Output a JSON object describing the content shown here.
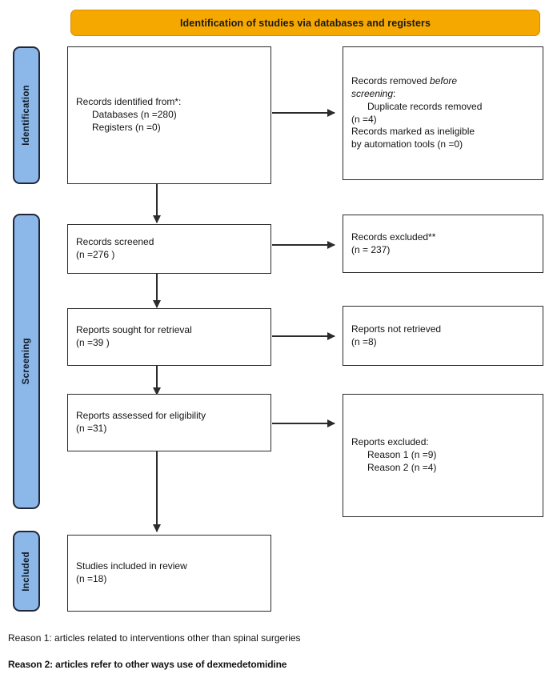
{
  "banner": {
    "title": "Identification of studies via databases and registers"
  },
  "stages": [
    {
      "key": "identification",
      "label": "Identification"
    },
    {
      "key": "screening",
      "label": "Screening"
    },
    {
      "key": "included",
      "label": "Included"
    }
  ],
  "boxes": {
    "records_identified": {
      "line1": "Records identified from*:",
      "line2": "Databases (n =280)",
      "line3": "Registers (n =0)"
    },
    "records_removed": {
      "line1a": "Records removed ",
      "line1b": "before",
      "line2a": "screening",
      "line2b": ":",
      "line3": "Duplicate records removed",
      "line4": "(n =4)",
      "line5": "Records marked as ineligible",
      "line6": "by automation tools (n =0)"
    },
    "records_screened": {
      "line1": "Records screened",
      "line2": "(n =276 )"
    },
    "records_excluded": {
      "line1": "Records excluded**",
      "line2": "(n = 237)"
    },
    "reports_sought": {
      "line1": "Reports sought for retrieval",
      "line2": "(n =39 )"
    },
    "reports_not_retrieved": {
      "line1": "Reports not retrieved",
      "line2": "(n =8)"
    },
    "reports_assessed": {
      "line1": "Reports assessed for eligibility",
      "line2": "(n =31)"
    },
    "reports_excluded": {
      "line1": "Reports excluded:",
      "line2": "Reason 1 (n =9)",
      "line3": "Reason 2 (n =4)"
    },
    "studies_included": {
      "line1": "Studies included in review",
      "line2": "(n =18)"
    }
  },
  "footnotes": [
    "Reason 1: articles related to interventions other than spinal surgeries",
    "Reason 2: articles refer to other ways use of dexmedetomidine"
  ],
  "colors": {
    "banner_fill": "#f5a800",
    "banner_border": "#d88d00",
    "stage_fill": "#8bb8e8",
    "stage_border": "#20273a",
    "box_border": "#2b2b2b",
    "page_background": "#ffffff"
  },
  "chart_data": {
    "type": "diagram",
    "title": "Identification of studies via databases and registers",
    "nodes": [
      {
        "id": "records_identified",
        "stage": "Identification",
        "label": "Records identified from*",
        "databases": 280,
        "registers": 0
      },
      {
        "id": "records_removed",
        "stage": "Identification",
        "label": "Records removed before screening",
        "duplicate_records_removed": 4,
        "marked_ineligible_by_automation": 0
      },
      {
        "id": "records_screened",
        "stage": "Screening",
        "label": "Records screened",
        "n": 276
      },
      {
        "id": "records_excluded",
        "stage": "Screening",
        "label": "Records excluded**",
        "n": 237
      },
      {
        "id": "reports_sought",
        "stage": "Screening",
        "label": "Reports sought for retrieval",
        "n": 39
      },
      {
        "id": "reports_not_retrieved",
        "stage": "Screening",
        "label": "Reports not retrieved",
        "n": 8
      },
      {
        "id": "reports_assessed",
        "stage": "Screening",
        "label": "Reports assessed for eligibility",
        "n": 31
      },
      {
        "id": "reports_excluded",
        "stage": "Screening",
        "label": "Reports excluded",
        "reason_1": 9,
        "reason_2": 4
      },
      {
        "id": "studies_included",
        "stage": "Included",
        "label": "Studies included in review",
        "n": 18
      }
    ],
    "edges": [
      {
        "from": "records_identified",
        "to": "records_removed",
        "direction": "right"
      },
      {
        "from": "records_identified",
        "to": "records_screened",
        "direction": "down"
      },
      {
        "from": "records_screened",
        "to": "records_excluded",
        "direction": "right"
      },
      {
        "from": "records_screened",
        "to": "reports_sought",
        "direction": "down"
      },
      {
        "from": "reports_sought",
        "to": "reports_not_retrieved",
        "direction": "right"
      },
      {
        "from": "reports_sought",
        "to": "reports_assessed",
        "direction": "down"
      },
      {
        "from": "reports_assessed",
        "to": "reports_excluded",
        "direction": "right"
      },
      {
        "from": "reports_assessed",
        "to": "studies_included",
        "direction": "down"
      }
    ]
  }
}
